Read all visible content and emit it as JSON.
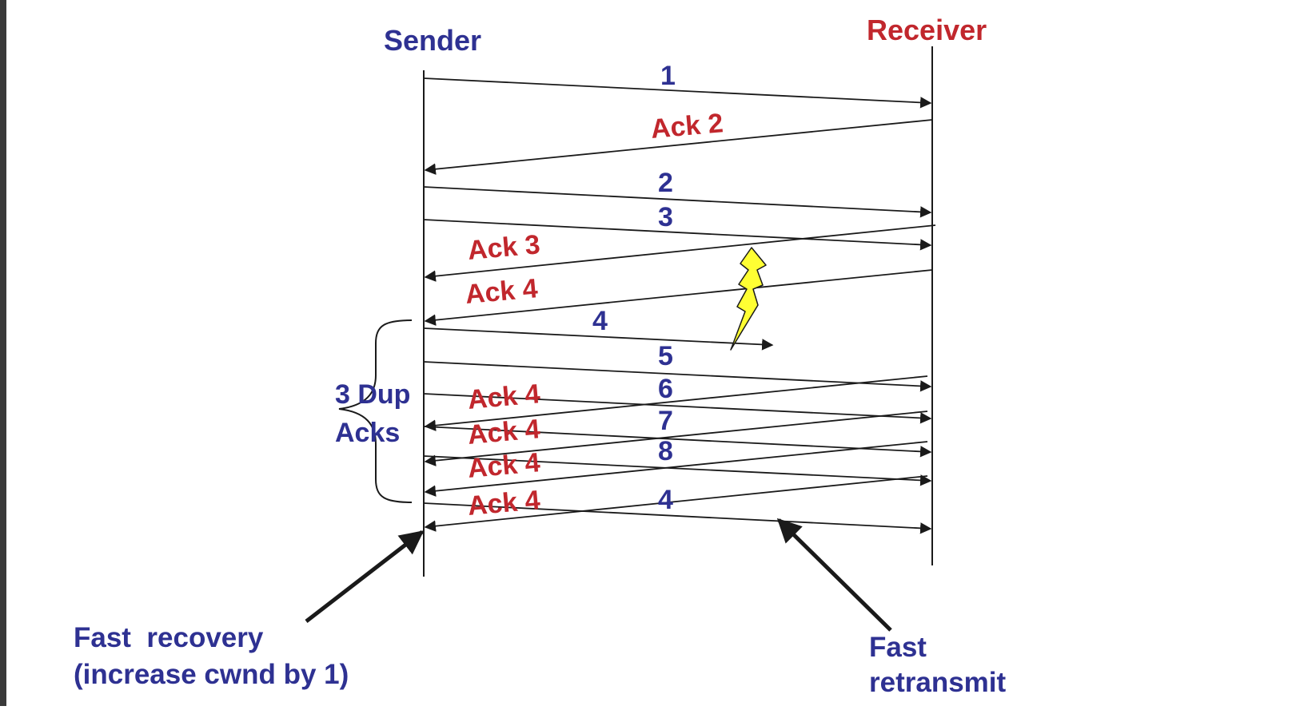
{
  "diagram": {
    "sender_label": "Sender",
    "receiver_label": "Receiver",
    "dup_acks_label_line1": "3 Dup",
    "dup_acks_label_line2": "Acks",
    "fast_recovery_line1": "Fast  recovery",
    "fast_recovery_line2": "(increase cwnd by 1)",
    "fast_retransmit_line1": "Fast",
    "fast_retransmit_line2": "retransmit",
    "segments": [
      "1",
      "2",
      "3",
      "4",
      "5",
      "6",
      "7",
      "8",
      "4"
    ],
    "acks": [
      "Ack 2",
      "Ack 3",
      "Ack 4",
      "Ack 4",
      "Ack 4",
      "Ack 4",
      "Ack 4"
    ],
    "colors": {
      "sender_blue": "#2e3192",
      "receiver_red": "#c1272d",
      "line": "#1a1a1a",
      "lightning": "#ffff33"
    },
    "icons": {
      "loss": "lightning-bolt-icon"
    }
  }
}
